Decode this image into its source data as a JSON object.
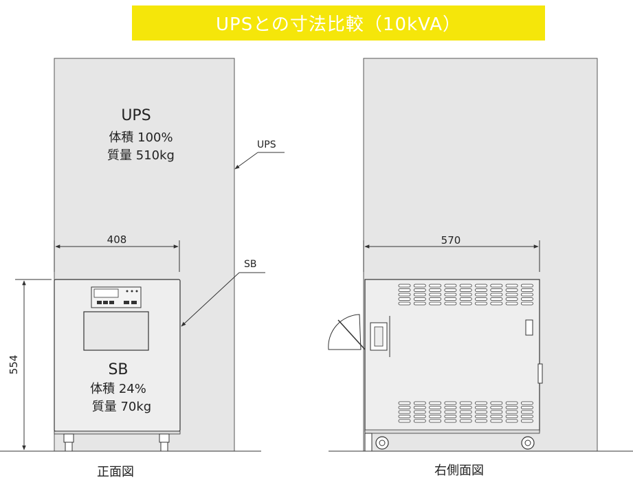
{
  "title": "UPSとの寸法比較（10kVA）",
  "front_view": {
    "caption": "正面図",
    "ups": {
      "name": "UPS",
      "volume": "体積 100%",
      "mass": "質量 510kg"
    },
    "sb": {
      "name": "SB",
      "volume": "体積 24%",
      "mass": "質量 70kg"
    },
    "width_dim": "408",
    "height_dim": "554",
    "callout_ups": "UPS",
    "callout_sb": "SB"
  },
  "side_view": {
    "caption": "右側面図",
    "depth_dim": "570"
  },
  "colors": {
    "title_bg": "#f5e60a",
    "title_text": "#ffffff",
    "ups_fill": "#e6e6e6",
    "sb_fill": "#eeeeee",
    "line": "#333333"
  }
}
